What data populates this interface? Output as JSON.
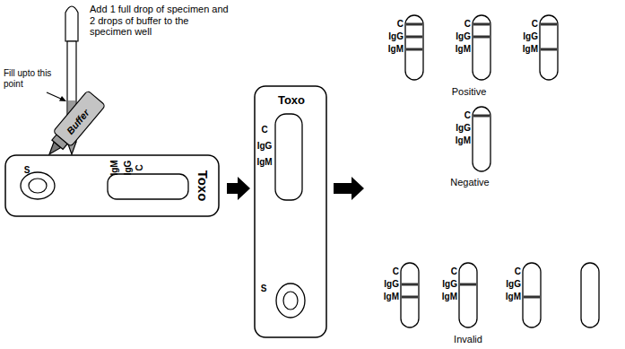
{
  "diagram": {
    "nodes": [
      {
        "text": [
          "S",
          "IgM",
          "IgG",
          "C",
          "Toxo"
        ]
      },
      {
        "text": [
          "Toxo",
          "C",
          "IgG",
          "IgM",
          "S"
        ]
      },
      {
        "text": [
          "C",
          "IgG",
          "IgM"
        ]
      },
      {
        "text": [
          "C",
          "IgG",
          "IgM"
        ]
      },
      {
        "text": [
          "C",
          "IgG",
          "IgM"
        ]
      },
      {
        "text": [
          "C",
          "IgG",
          "IgM"
        ]
      },
      {
        "text": [
          "C",
          "IgG",
          "IgM"
        ]
      },
      {
        "text": [
          "C",
          "IgG",
          "IgM"
        ]
      },
      {
        "text": [
          "C",
          "IgG",
          "IgM"
        ]
      }
    ],
    "edges": [
      {
        "from": 0,
        "to": 1,
        "arrow": "to"
      }
    ],
    "labels": [
      "Add 1 full drop of specimen and 2 drops of buffer to the specimen well",
      "Fill upto this point",
      "Buffer",
      "Positive",
      "Negative",
      "Invalid"
    ]
  }
}
